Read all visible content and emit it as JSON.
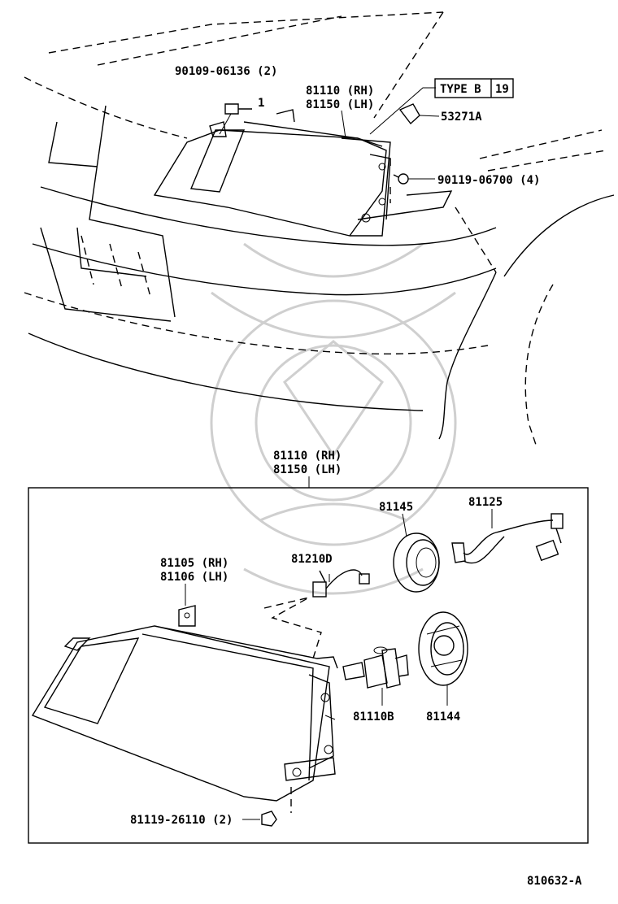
{
  "labels": {
    "bolt_top": "90109-06136 (2)",
    "bolt_top_num": "1",
    "unit_top_rh": "81110 (RH)",
    "unit_top_lh": "81150 (LH)",
    "type_text": "TYPE B",
    "type_num": "19",
    "clip": "53271A",
    "screw": "90119-06700 (4)",
    "unit_rh": "81110 (RH)",
    "unit_lh": "81150 (LH)",
    "housing_rh": "81105 (RH)",
    "housing_lh": "81106 (LH)",
    "bulb_small": "81210D",
    "cover": "81145",
    "wire": "81125",
    "bulb_main": "81110B",
    "socket": "81144",
    "nut": "81119-26110 (2)",
    "diagram_id": "810632-A"
  }
}
